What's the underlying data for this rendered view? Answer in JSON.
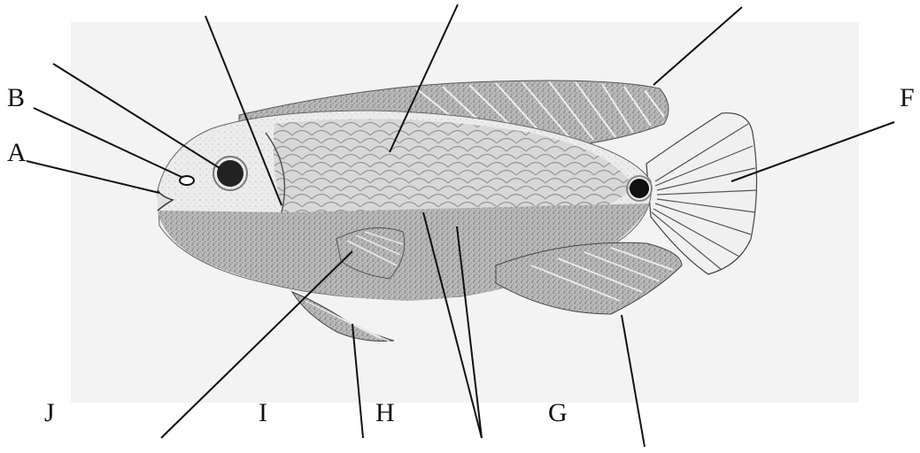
{
  "labels": {
    "a": "A",
    "b": "B",
    "f": "F",
    "g": "G",
    "h": "H",
    "i": "I",
    "j": "J"
  },
  "colors": {
    "ink": "#111111",
    "body_light": "#e9e9e9",
    "body_mid": "#bdbdbd",
    "body_dark": "#8a8a8a",
    "background_gray": "#f1f1f1"
  }
}
